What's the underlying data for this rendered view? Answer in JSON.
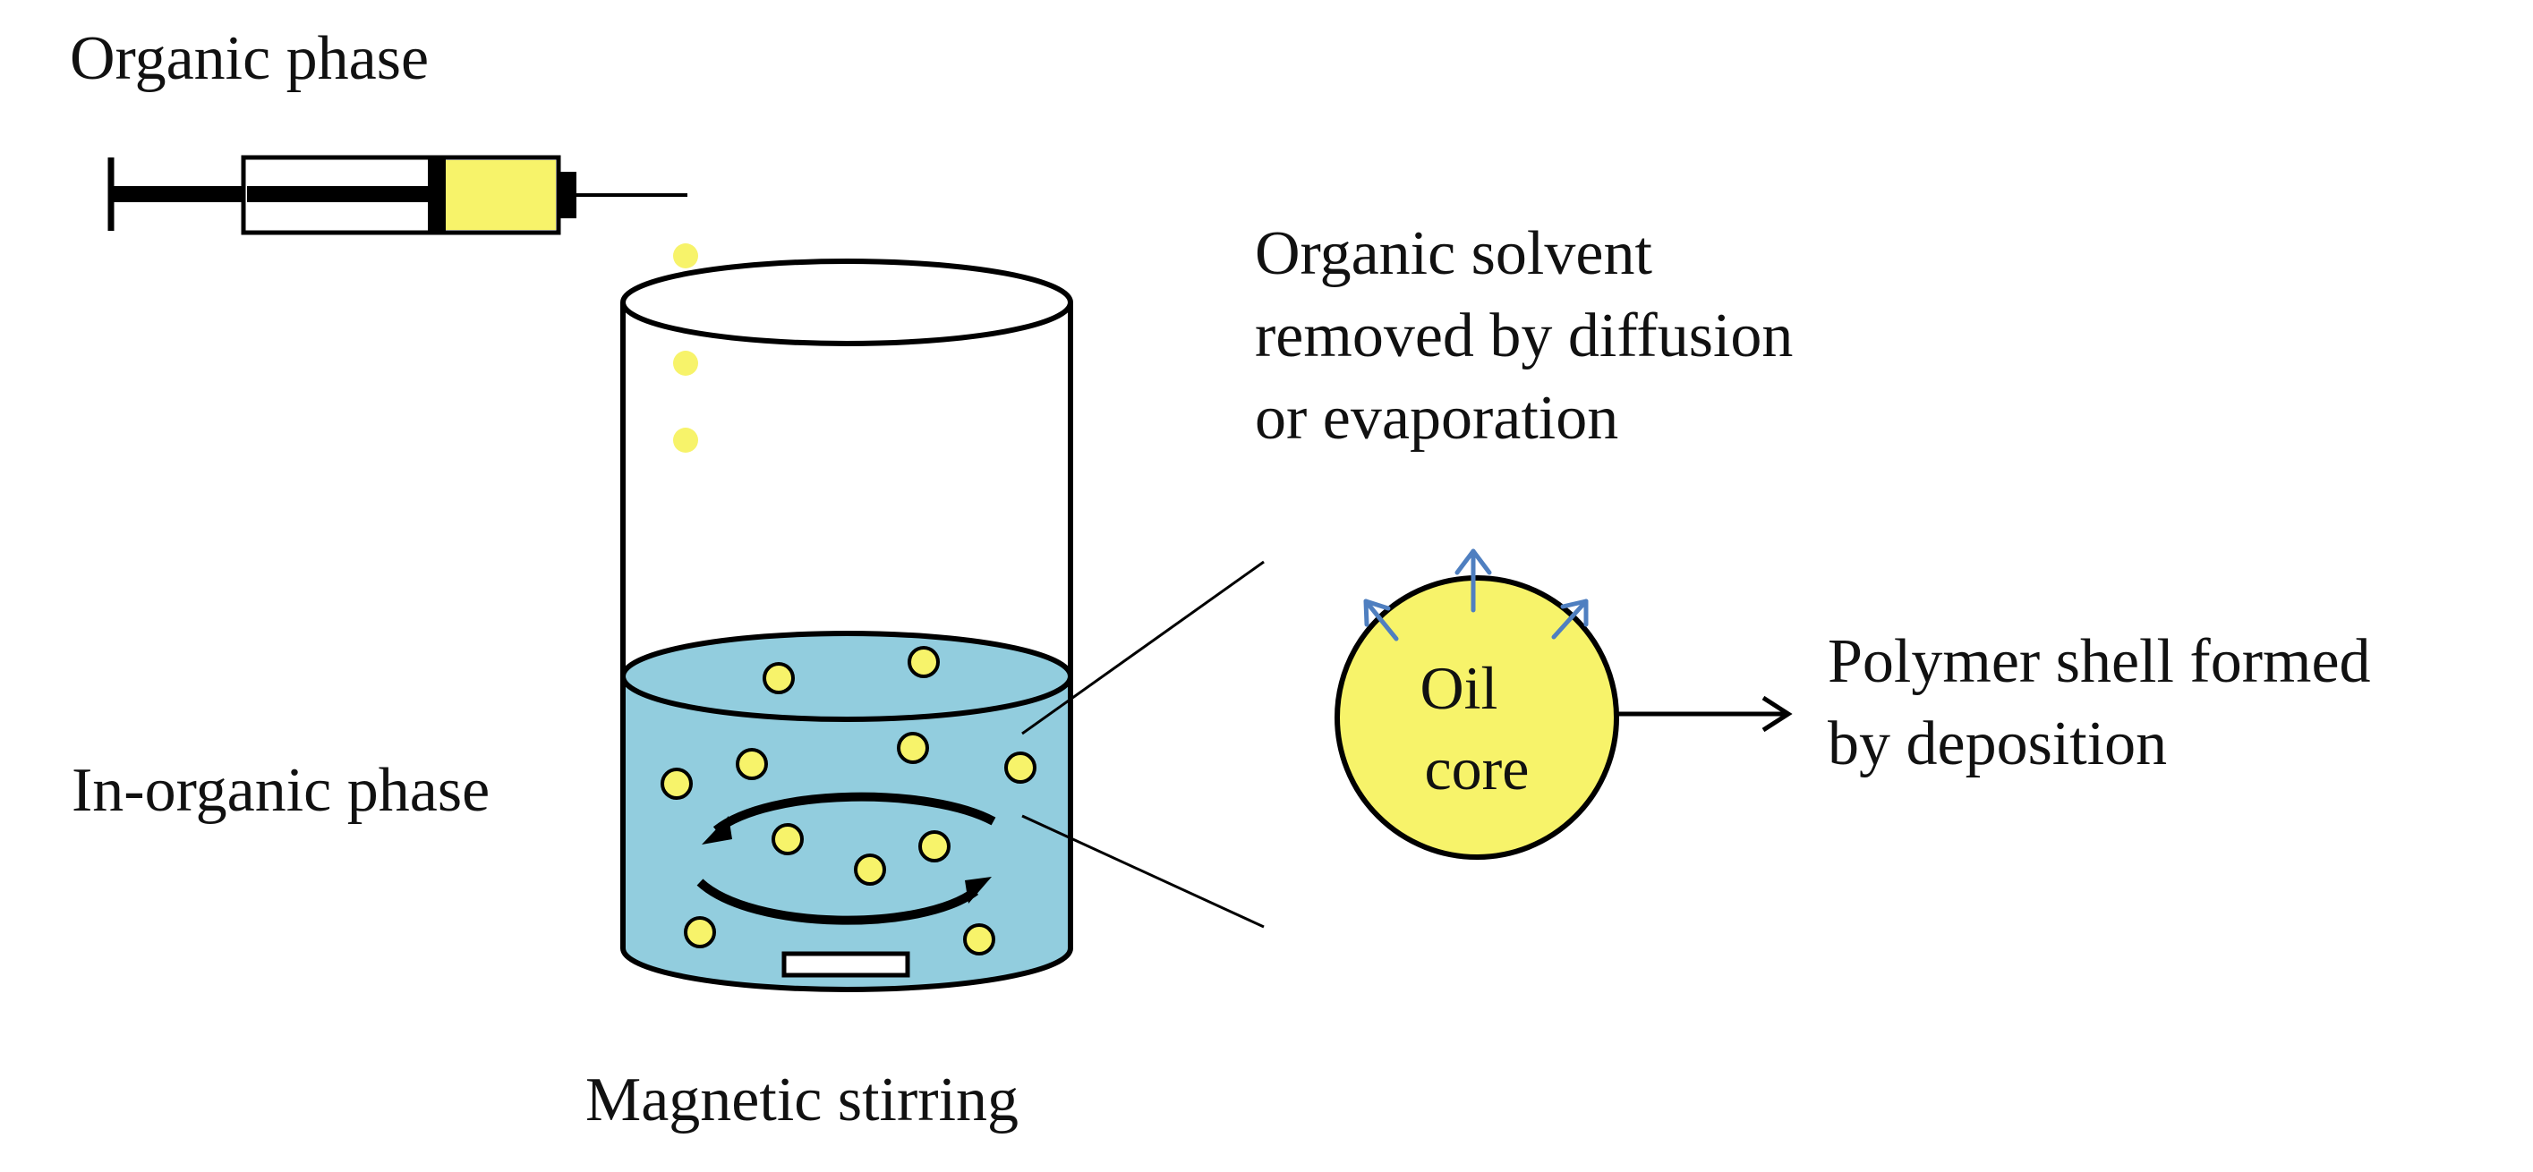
{
  "labels": {
    "organic_phase": "Organic phase",
    "solvent_line1": "Organic solvent",
    "solvent_line2": "removed by diffusion",
    "solvent_line3": "or evaporation",
    "inorganic_phase": "In-organic phase",
    "magnetic_stirring": "Magnetic stirring",
    "oil_core_line1": "Oil",
    "oil_core_line2": "core",
    "polymer_line1": "Polymer shell formed",
    "polymer_line2": "by deposition"
  },
  "colors": {
    "liquid": "#92CDDE",
    "droplet": "#F7F36A",
    "outline": "#000000",
    "arrow_blue": "#4F7FC0",
    "text": "#111111"
  },
  "icons": {
    "syringe": "syringe-icon",
    "beaker": "beaker-icon",
    "stir_bar": "stir-bar-icon",
    "stirring_arrows": "rotation-arrows-icon",
    "diffusion_arrows": "outward-arrow-icon"
  }
}
